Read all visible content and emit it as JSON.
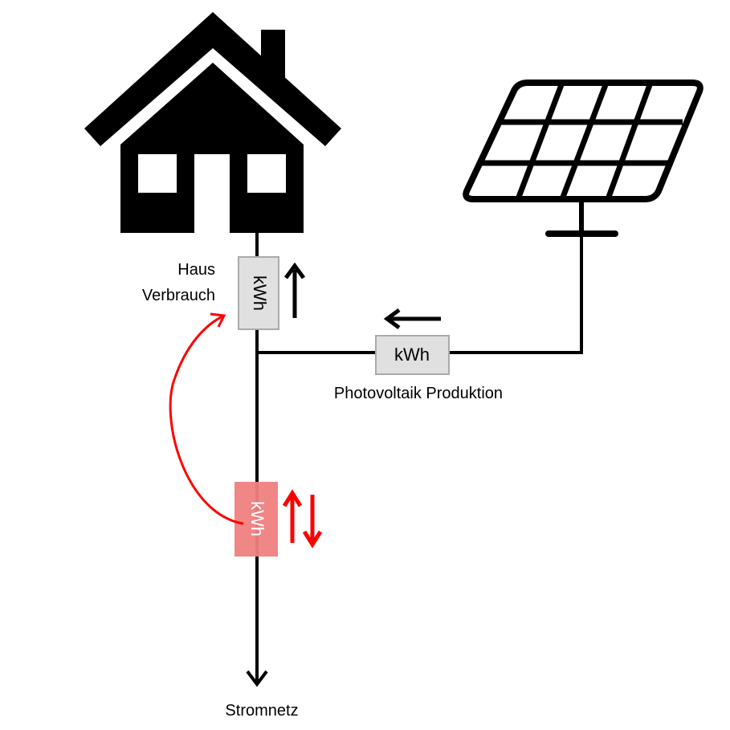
{
  "labels": {
    "house_consumption_line1": "Haus",
    "house_consumption_line2": "Verbrauch",
    "pv_production": "Photovoltaik Produktion",
    "grid": "Stromnetz"
  },
  "meters": {
    "house_meter_unit": "kWh",
    "pv_meter_unit": "kWh",
    "grid_meter_unit": "kWh"
  },
  "colors": {
    "line": "#000000",
    "meter_fill": "#e0e0e0",
    "meter_stroke": "#aaaaaa",
    "bidirectional": "#ff0000",
    "grid_meter_fill": "#f08080"
  },
  "icons": {
    "house": "house-icon",
    "solar_panel": "solar-panel-icon"
  }
}
